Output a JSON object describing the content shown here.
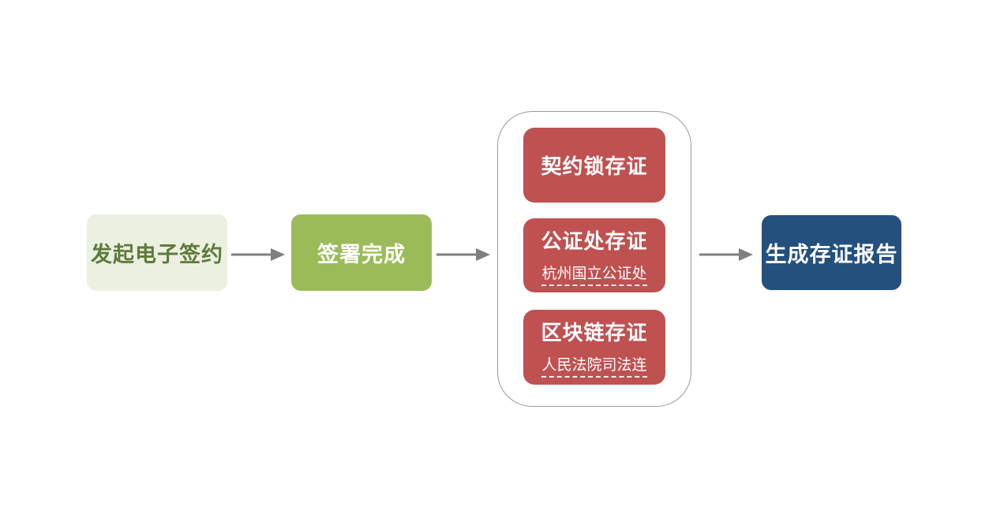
{
  "flow": {
    "steps": {
      "initiate": {
        "label": "发起电子签约"
      },
      "signed": {
        "label": "签署完成"
      },
      "report": {
        "label": "生成存证报告"
      }
    },
    "evidence_group": {
      "items": [
        {
          "title": "契约锁存证",
          "subtitle": ""
        },
        {
          "title": "公证处存证",
          "subtitle": "杭州国立公证处"
        },
        {
          "title": "区块链存证",
          "subtitle": "人民法院司法连"
        }
      ]
    },
    "colors": {
      "step_initiate_bg": "#EBF0E0",
      "step_initiate_text": "#5D7A3B",
      "step_signed_bg": "#9BBB59",
      "evidence_bg": "#C05151",
      "report_bg": "#24507E",
      "arrow": "#7F7F7F",
      "container_border": "#9A9A9A"
    }
  }
}
